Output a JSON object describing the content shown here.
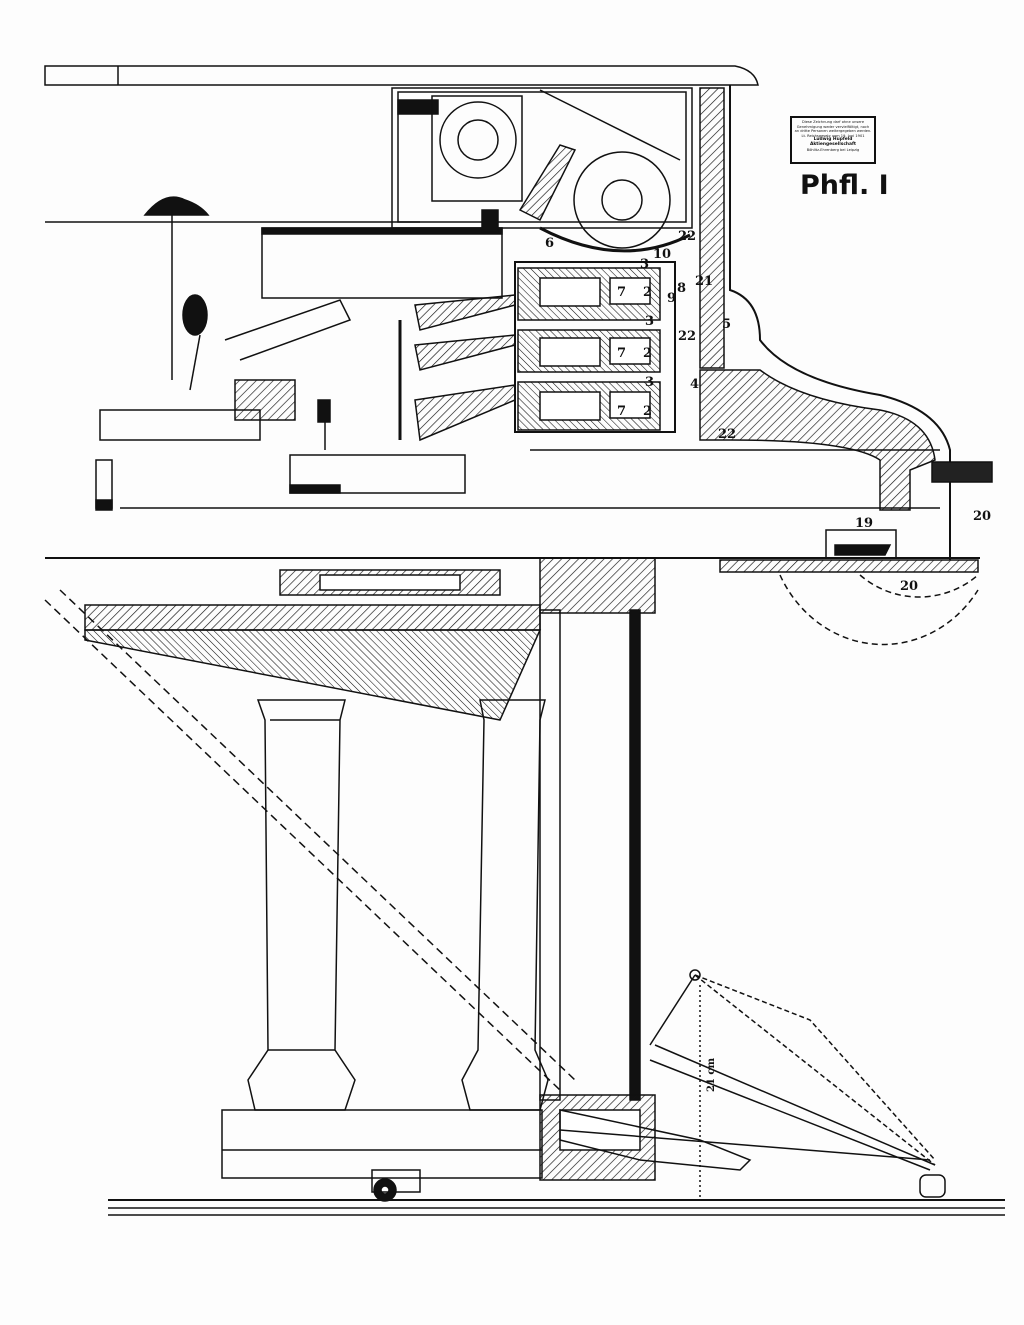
{
  "stamp": {
    "notice": "Diese Zeichnung darf ohne unsere Genehmigung weder vervielfältigt, noch an dritte Personen weitergegeben werden.",
    "law": "Lt. Reichsgesetz vom 19. Juni 1901",
    "company": "Ludwig Hupfeld Aktiengesellschaft",
    "location": "Böhlitz-Ehrenberg bei Leipzig"
  },
  "plate_title": "Phfl. I",
  "labels": {
    "l6": "6",
    "l22a": "22",
    "l10": "10",
    "l3a": "3",
    "l8": "8",
    "l9": "9",
    "l21": "21",
    "l7a": "7",
    "l2a": "2",
    "l22b": "22",
    "l5": "5",
    "l3b": "3",
    "l7b": "7",
    "l2b": "2",
    "l3c": "3",
    "l4": "4",
    "l7c": "7",
    "l2c": "2",
    "l22c": "22",
    "l19": "19",
    "l20a": "20",
    "l20b": "20",
    "dimension": "21 cm"
  }
}
